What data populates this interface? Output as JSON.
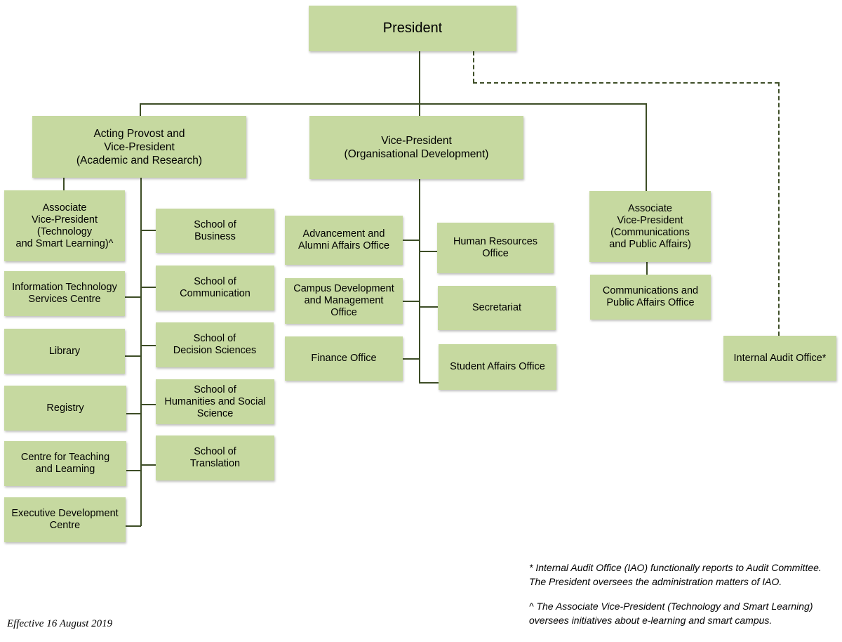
{
  "president": "President",
  "provost": "Acting Provost and\nVice-President\n(Academic and Research)",
  "vp_od": "Vice-President\n(Organisational Development)",
  "avp_cpa": "Associate\nVice-President\n(Communications\nand Public Affairs)",
  "avp_tsl": "Associate\nVice-President\n(Technology\nand Smart Learning)^",
  "left_units": [
    "Information Technology\nServices Centre",
    "Library",
    "Registry",
    "Centre for Teaching\nand Learning",
    "Executive Development\nCentre"
  ],
  "schools": [
    "School of\nBusiness",
    "School of\nCommunication",
    "School of\nDecision Sciences",
    "School of\nHumanities and Social\nScience",
    "School of\nTranslation"
  ],
  "od_left": [
    "Advancement and\nAlumni Affairs Office",
    "Campus Development\nand Management\nOffice",
    "Finance Office"
  ],
  "od_right": [
    "Human Resources\nOffice",
    "Secretariat",
    "Student Affairs Office"
  ],
  "cpa_office": "Communications and\nPublic Affairs Office",
  "iao": "Internal Audit Office*",
  "notes": {
    "iao_note": "* Internal Audit Office (IAO) functionally reports to Audit Committee.\nThe President oversees the administration matters of IAO.",
    "avp_note": "^ The Associate Vice-President (Technology and Smart Learning)\noversees initiatives about e-learning and smart campus."
  },
  "effective": "Effective 16 August 2019",
  "colors": {
    "box": "#c6d9a0",
    "line": "#3d4d26"
  }
}
